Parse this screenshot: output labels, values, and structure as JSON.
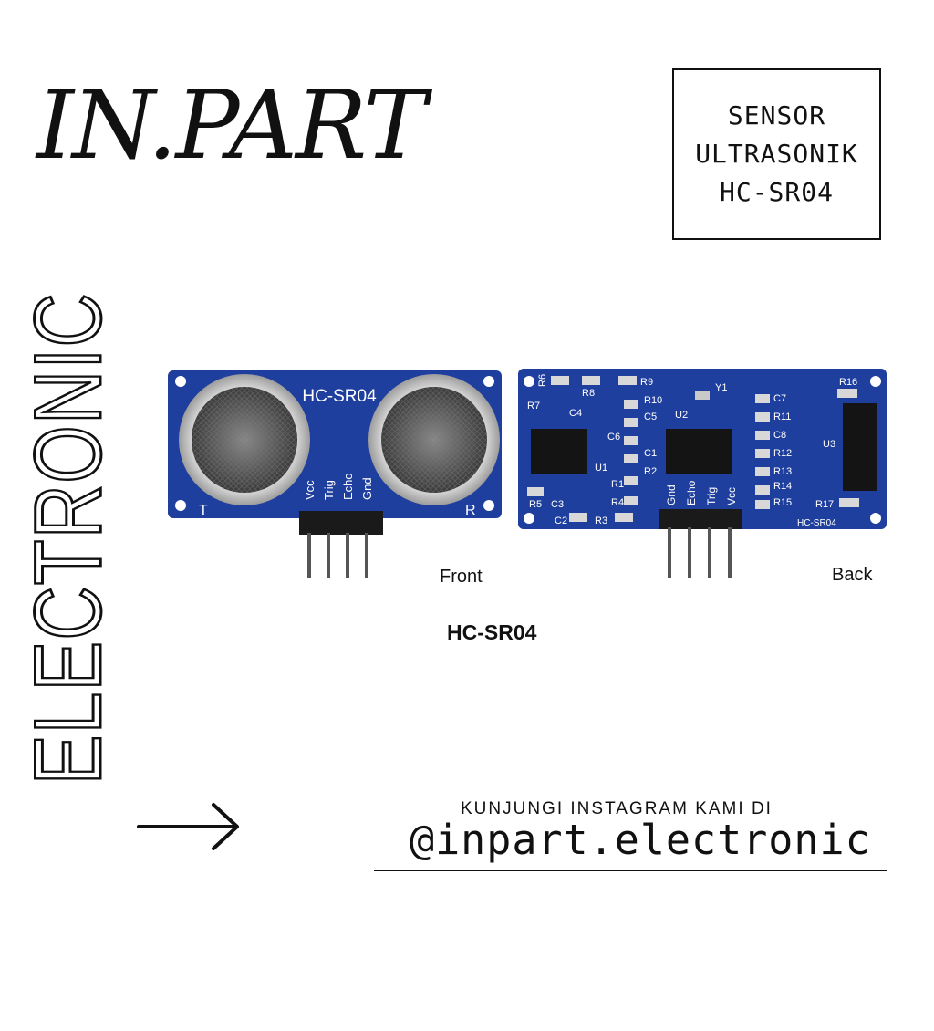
{
  "brand": {
    "name": "IN.PART",
    "vertical_text": "ELECTRONIC"
  },
  "product_box": {
    "lines": [
      "SENSOR",
      "ULTRASONIK",
      "HC-SR04"
    ]
  },
  "photo": {
    "front_board_label": "HC-SR04",
    "front_corner_left": "T",
    "front_corner_right": "R",
    "front_pins": [
      "Vcc",
      "Trig",
      "Echo",
      "Gnd"
    ],
    "back_pins": [
      "Gnd",
      "Echo",
      "Trig",
      "Vcc"
    ],
    "back_board_label": "HC-SR04",
    "back_chip_labels": [
      "U1",
      "U2",
      "U3",
      "Y1"
    ],
    "back_component_labels": [
      "R6",
      "R7",
      "R8",
      "R9",
      "R10",
      "C4",
      "C5",
      "C6",
      "C1",
      "R1",
      "R2",
      "R4",
      "R3",
      "R5",
      "C3",
      "C2",
      "C7",
      "R11",
      "C8",
      "R12",
      "R13",
      "R14",
      "R15",
      "R16",
      "R17"
    ],
    "caption_front": "Front",
    "caption_back": "Back",
    "caption_main": "HC-SR04"
  },
  "footer": {
    "cta": "KUNJUNGI INSTAGRAM KAMI DI",
    "handle": "@inpart.electronic"
  },
  "colors": {
    "pcb": "#1f3f9e",
    "pcb_dark": "#142a72",
    "ink": "#111111",
    "background": "#ffffff"
  },
  "icons": {
    "arrow": "arrow-right-icon"
  }
}
